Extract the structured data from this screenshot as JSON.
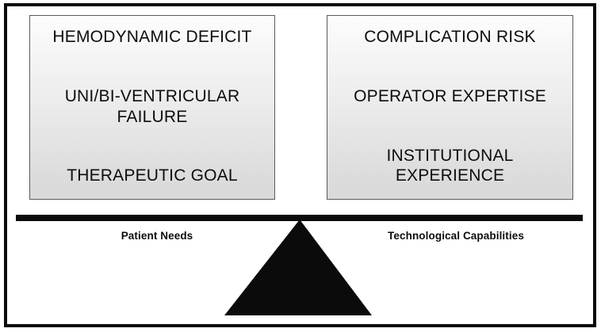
{
  "diagram": {
    "type": "balance-scale",
    "title_visible": false,
    "colors": {
      "frame": "#0b0b0b",
      "beam": "#0b0b0b",
      "fulcrum": "#0b0b0b",
      "box_border": "#5b5b5b",
      "box_gradient_top": "#fdfdfd",
      "box_gradient_bottom": "#d9d9d9",
      "text": "#0d0d0d"
    },
    "left_pan": {
      "label": "Patient Needs",
      "items": [
        "HEMODYNAMIC DEFICIT",
        "UNI/BI-VENTRICULAR\nFAILURE",
        "THERAPEUTIC GOAL"
      ]
    },
    "right_pan": {
      "label": "Technological Capabilities",
      "items": [
        "COMPLICATION RISK",
        "OPERATOR EXPERTISE",
        "INSTITUTIONAL\nEXPERIENCE"
      ]
    }
  }
}
